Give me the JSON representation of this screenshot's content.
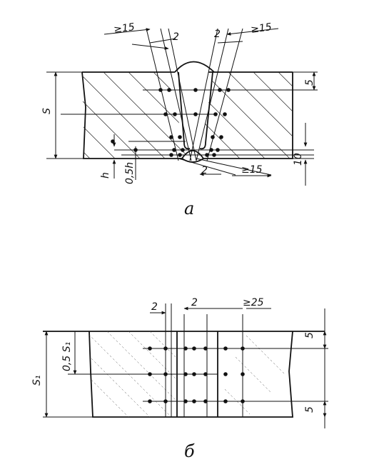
{
  "figure_a": {
    "caption": "a",
    "labels": {
      "gap_top_left": "≥15",
      "gap_top_right": "≥15",
      "gap_bottom": "≥15",
      "step_left": "2",
      "step_right": "2",
      "step_bottom": "2",
      "thickness": "S",
      "top_zone": "5",
      "root_zone": "10",
      "root_h": "h",
      "root_half": "0,5h"
    }
  },
  "figure_b": {
    "caption": "б",
    "labels": {
      "step_left": "2",
      "step_mid": "2",
      "gap": "≥25",
      "thickness": "S₁",
      "half_thickness": "0,5 S₁",
      "top_zone": "5",
      "bottom_zone": "5"
    }
  }
}
